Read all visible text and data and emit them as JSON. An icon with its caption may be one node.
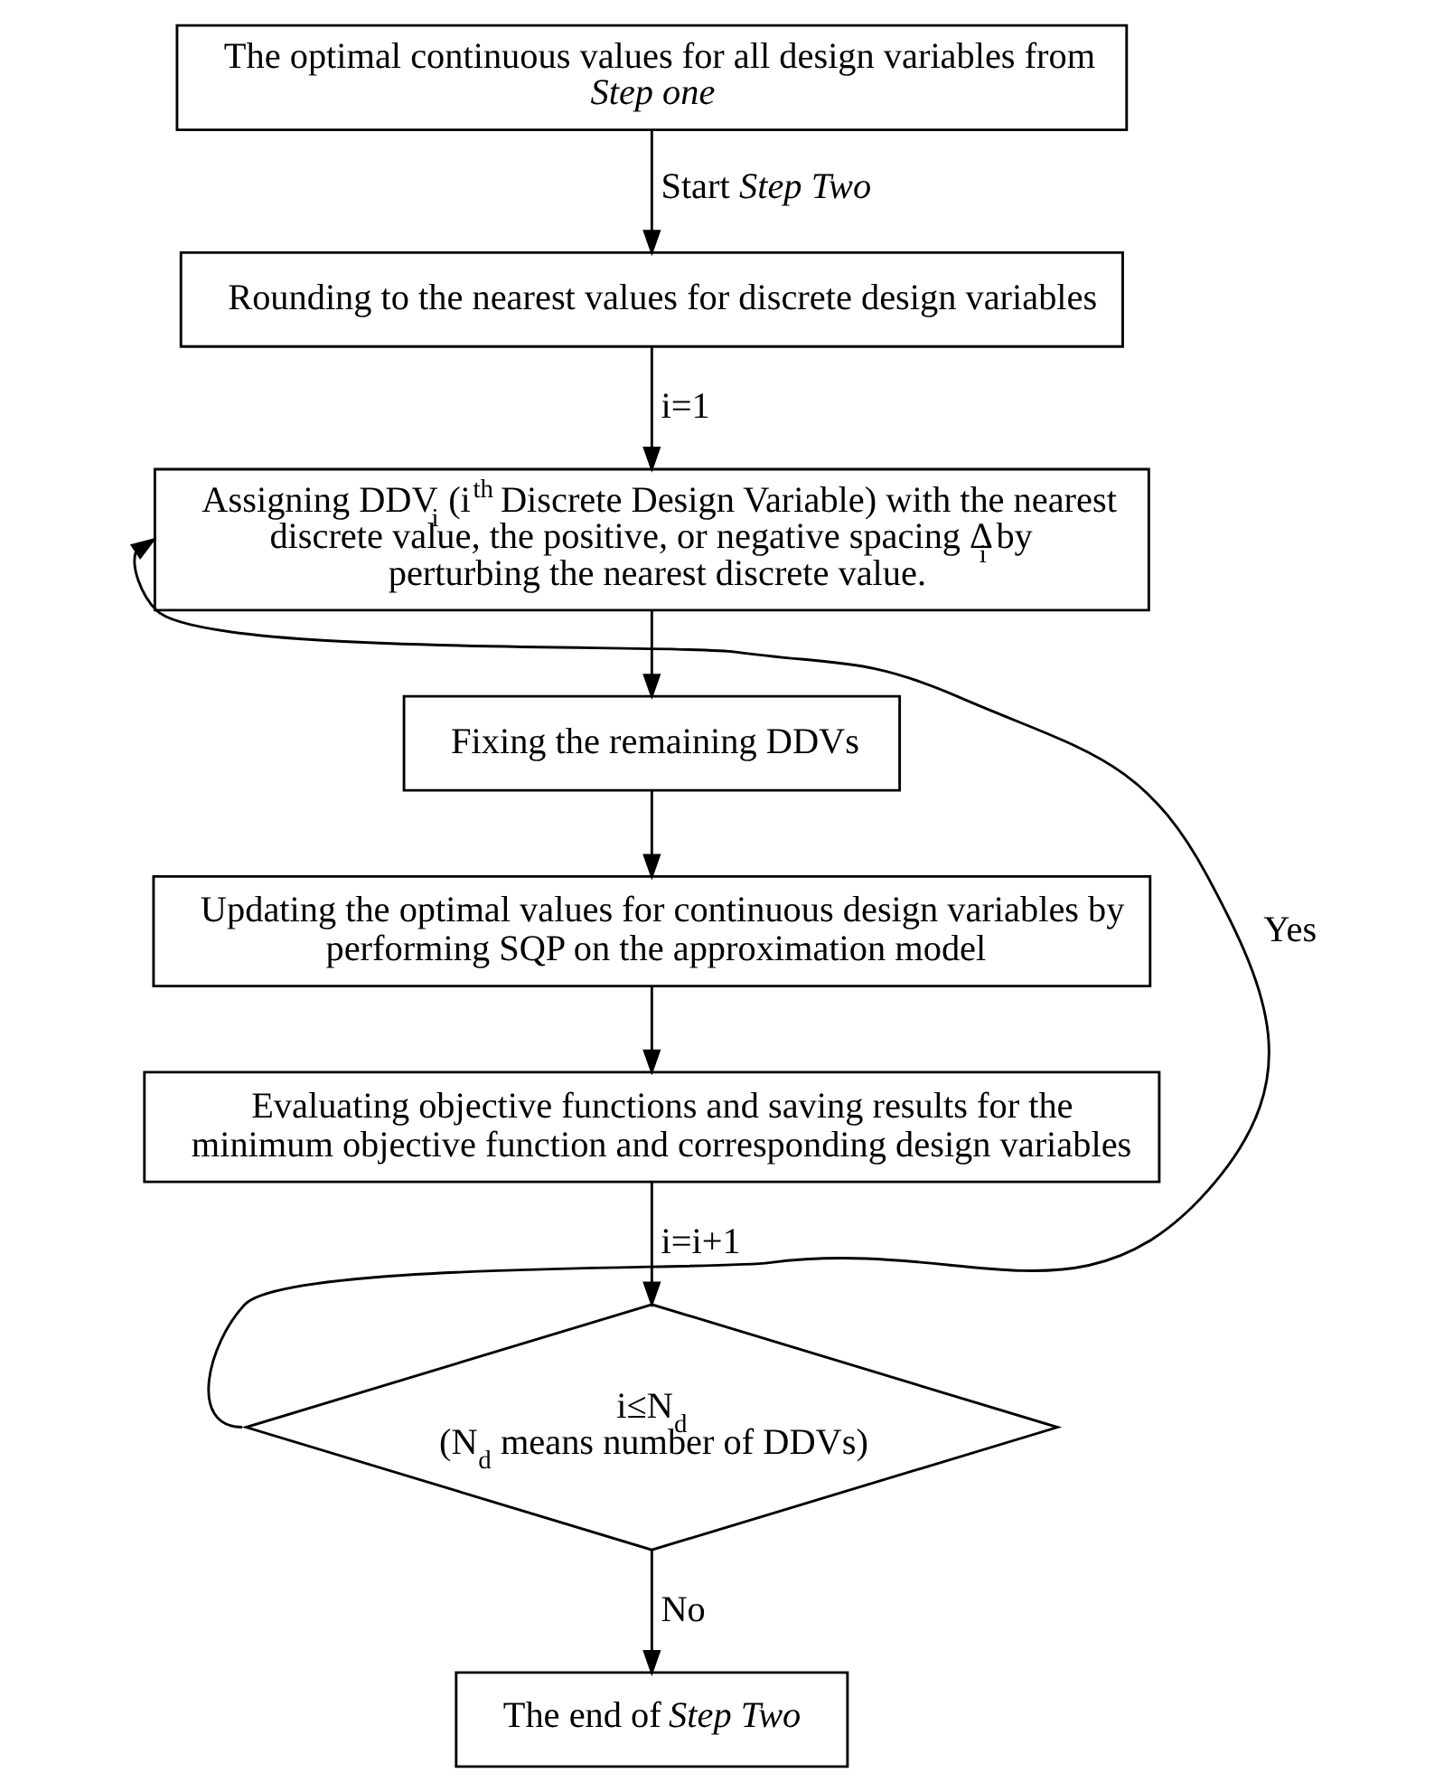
{
  "diagram": {
    "nodes": [
      {
        "text": [
          "The optimal continuous values for all design variables from *Step one*"
        ]
      },
      {
        "text": [
          "Rounding to the nearest values for discrete design variables"
        ]
      },
      {
        "text": [
          "Assigning DDV$_{i}$ (i$^{th}$ Discrete Design Variable) with the nearest discrete value, the positive, or negative spacing Δ$_{i}$ by perturbing the nearest discrete value."
        ]
      },
      {
        "text": [
          "Fixing the remaining DDVs"
        ]
      },
      {
        "text": [
          "Updating the optimal values for continuous design variables by performing SQP on the approximation model"
        ]
      },
      {
        "text": [
          "Evaluating objective functions and saving results for the minimum objective function and corresponding design variables"
        ]
      },
      {
        "text": [
          "i≤N$_{d}$",
          "(N$_{d}$ means number of DDVs)"
        ]
      },
      {
        "text": [
          "The end of *Step Two*"
        ]
      }
    ],
    "edges": [
      {
        "from": 0,
        "to": 1,
        "arrow": "to",
        "label": "Start *Step Two*"
      },
      {
        "from": 1,
        "to": 2,
        "arrow": "to",
        "label": "i=1"
      },
      {
        "from": 2,
        "to": 3,
        "arrow": "to"
      },
      {
        "from": 3,
        "to": 4,
        "arrow": "to"
      },
      {
        "from": 4,
        "to": 5,
        "arrow": "to"
      },
      {
        "from": 5,
        "to": 6,
        "arrow": "to",
        "label": "i=i+1"
      },
      {
        "from": 6,
        "to": 2,
        "arrow": "to",
        "label": "Yes"
      },
      {
        "from": 6,
        "to": 7,
        "arrow": "to",
        "label": "No"
      }
    ]
  }
}
